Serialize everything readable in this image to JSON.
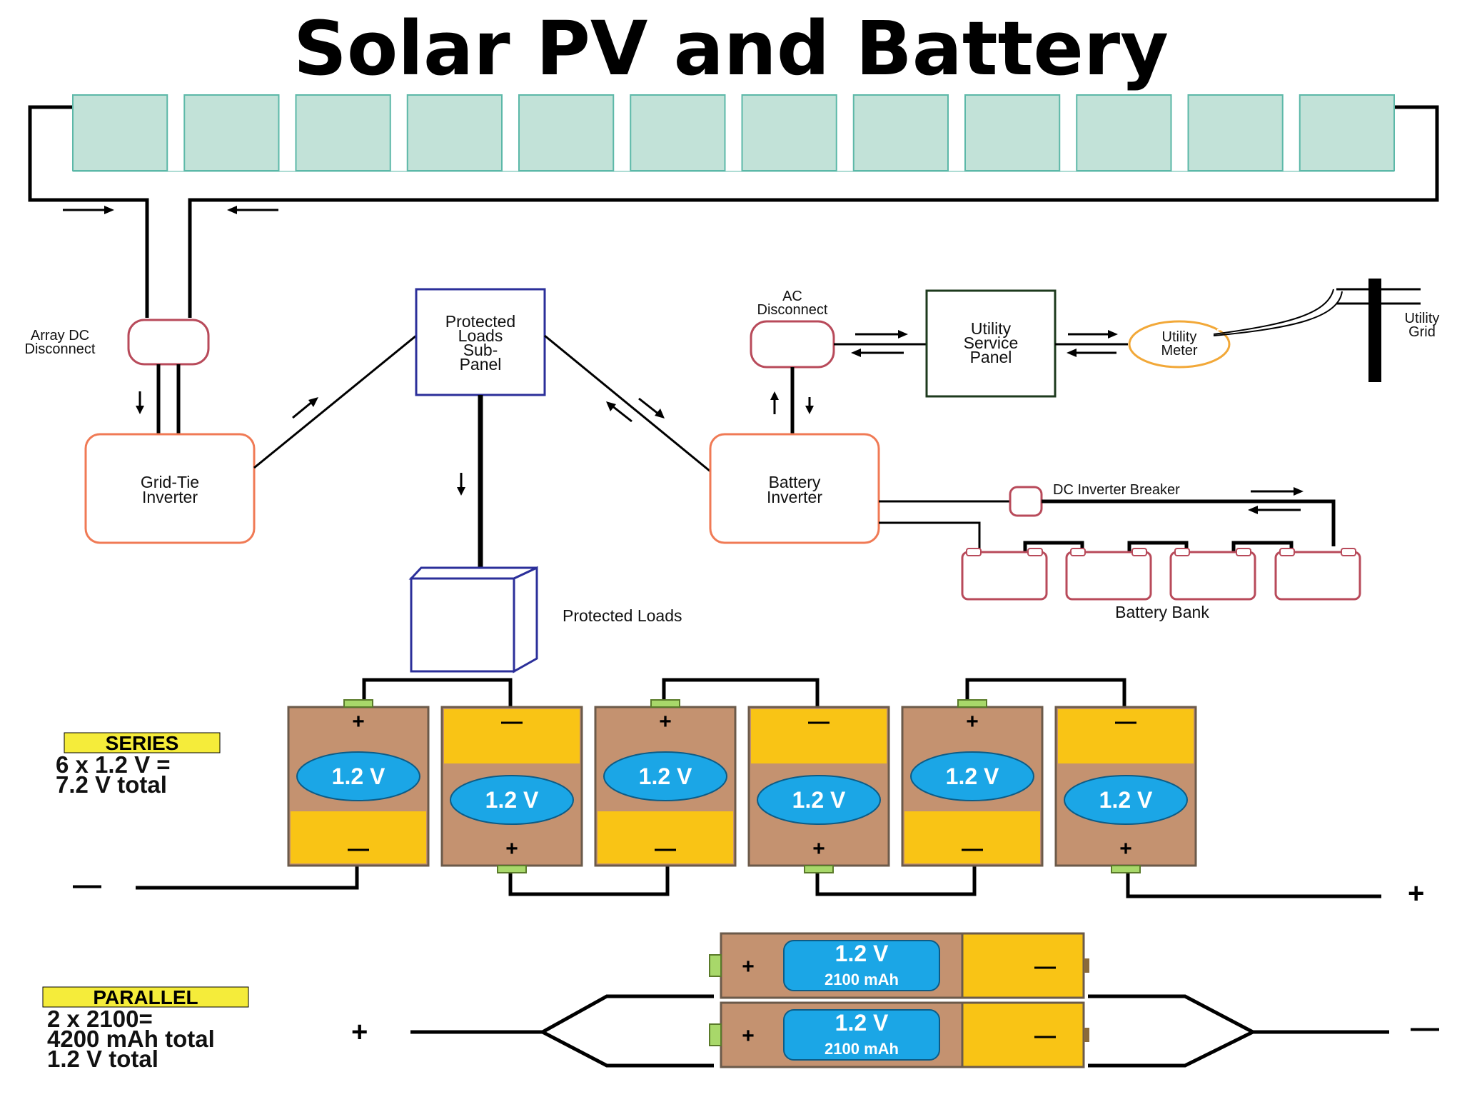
{
  "title": "Solar PV and Battery",
  "system": {
    "array_dc_disconnect": [
      "Array DC",
      "Disconnect"
    ],
    "grid_tie_inverter": [
      "Grid-Tie",
      "Inverter"
    ],
    "protected_loads_sub_panel": [
      "Protected",
      "Loads",
      "Sub-",
      "Panel"
    ],
    "protected_loads": "Protected Loads",
    "ac_disconnect": [
      "AC",
      "Disconnect"
    ],
    "utility_service_panel": [
      "Utility",
      "Service",
      "Panel"
    ],
    "utility_meter": [
      "Utility",
      "Meter"
    ],
    "utility_grid": [
      "Utility",
      "Grid"
    ],
    "battery_inverter": [
      "Battery",
      "Inverter"
    ],
    "dc_inverter_breaker": "DC Inverter Breaker",
    "battery_bank": "Battery Bank",
    "solar_panel_count": 12,
    "battery_bank_count": 4
  },
  "series": {
    "tag": "SERIES",
    "lines": [
      "6 x 1.2 V =",
      "7.2 V total"
    ],
    "cell_voltage": "1.2 V",
    "minus_end": "—",
    "plus_end": "+"
  },
  "parallel": {
    "tag": "PARALLEL",
    "lines": [
      "2 x 2100=",
      "4200 mAh total",
      "1.2 V total"
    ],
    "cell_voltage": "1.2 V",
    "cell_capacity": "2100 mAh",
    "plus_end": "+",
    "minus_end": "—"
  },
  "colors": {
    "panel_fill": "#c2e2d8",
    "panel_stroke": "#5cb8a8",
    "inverter_stroke": "#f07a55",
    "disconnect_stroke": "#b84a5a",
    "subpanel_stroke": "#2b2f9a",
    "utility_panel_stroke": "#1d3a1d",
    "meter_stroke": "#f2a838",
    "battery_bank_stroke": "#b84a5a",
    "cell_brown": "#c49270",
    "cell_yellow": "#f9c415",
    "cell_blue": "#1ba6e6",
    "terminal_green": "#a8d86a",
    "tag_bg": "#f5ec3a"
  }
}
